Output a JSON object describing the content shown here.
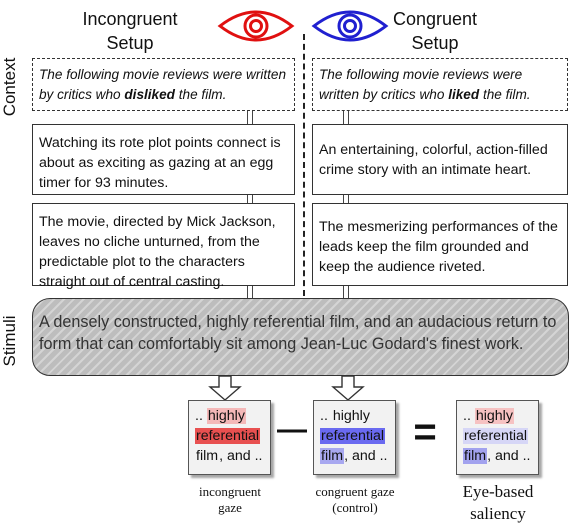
{
  "header": {
    "incongruent_title_line1": "Incongruent",
    "incongruent_title_line2": "Setup",
    "congruent_title_line1": "Congruent",
    "congruent_title_line2": "Setup",
    "incongruent_eye_color": "#e01010",
    "congruent_eye_color": "#2020d0"
  },
  "side_labels": {
    "context": "Context",
    "stimuli": "Stimuli"
  },
  "incongruent": {
    "context_pre": "The following movie reviews were written by critics who ",
    "context_bold": "disliked",
    "context_post": " the film.",
    "review1": "Watching its rote plot points connect is about as exciting as gazing at an egg timer for 93 minutes.",
    "review2": "The movie, directed by Mick Jackson, leaves no cliche unturned, from the predictable plot to the characters straight out of central casting."
  },
  "congruent": {
    "context_pre": "The following movie reviews were written by critics who ",
    "context_bold": "liked",
    "context_post": " the film.",
    "review1": "An entertaining, colorful, action-filled crime story with an intimate heart.",
    "review2": "The mesmerizing performances of the leads keep the film grounded and keep the audience riveted."
  },
  "stimuli_text": "A densely constructed, highly referential film, and an audacious return to form that can comfortably sit among Jean-Luc Godard's finest work.",
  "cards": {
    "incongruent": {
      "prefix": "..",
      "w1": "highly",
      "w2": "referential",
      "w3": "film",
      "suffix": ", and ..",
      "w1_color": "#f4b8b8",
      "w2_color": "#e85050",
      "w3_color": "#f2f2f2",
      "caption_line1": "incongruent",
      "caption_line2": "gaze"
    },
    "congruent": {
      "prefix": "..",
      "w1": "highly",
      "w2": "referential",
      "w3": "film",
      "suffix": ", and ..",
      "w1_color": "#f2f2f2",
      "w2_color": "#6a6af0",
      "w3_color": "#a8a8f0",
      "caption_line1": "congruent gaze",
      "caption_line2": "(control)"
    },
    "saliency": {
      "prefix": "..",
      "w1": "highly",
      "w2": "referential",
      "w3": "film",
      "suffix": ", and ..",
      "w1_color": "#f6c2c2",
      "w2_color": "#d6d6f6",
      "w3_color": "#a2a2ee",
      "caption_line1": "Eye-based",
      "caption_line2": "saliency"
    }
  },
  "operators": {
    "minus": "—",
    "equals": "="
  }
}
